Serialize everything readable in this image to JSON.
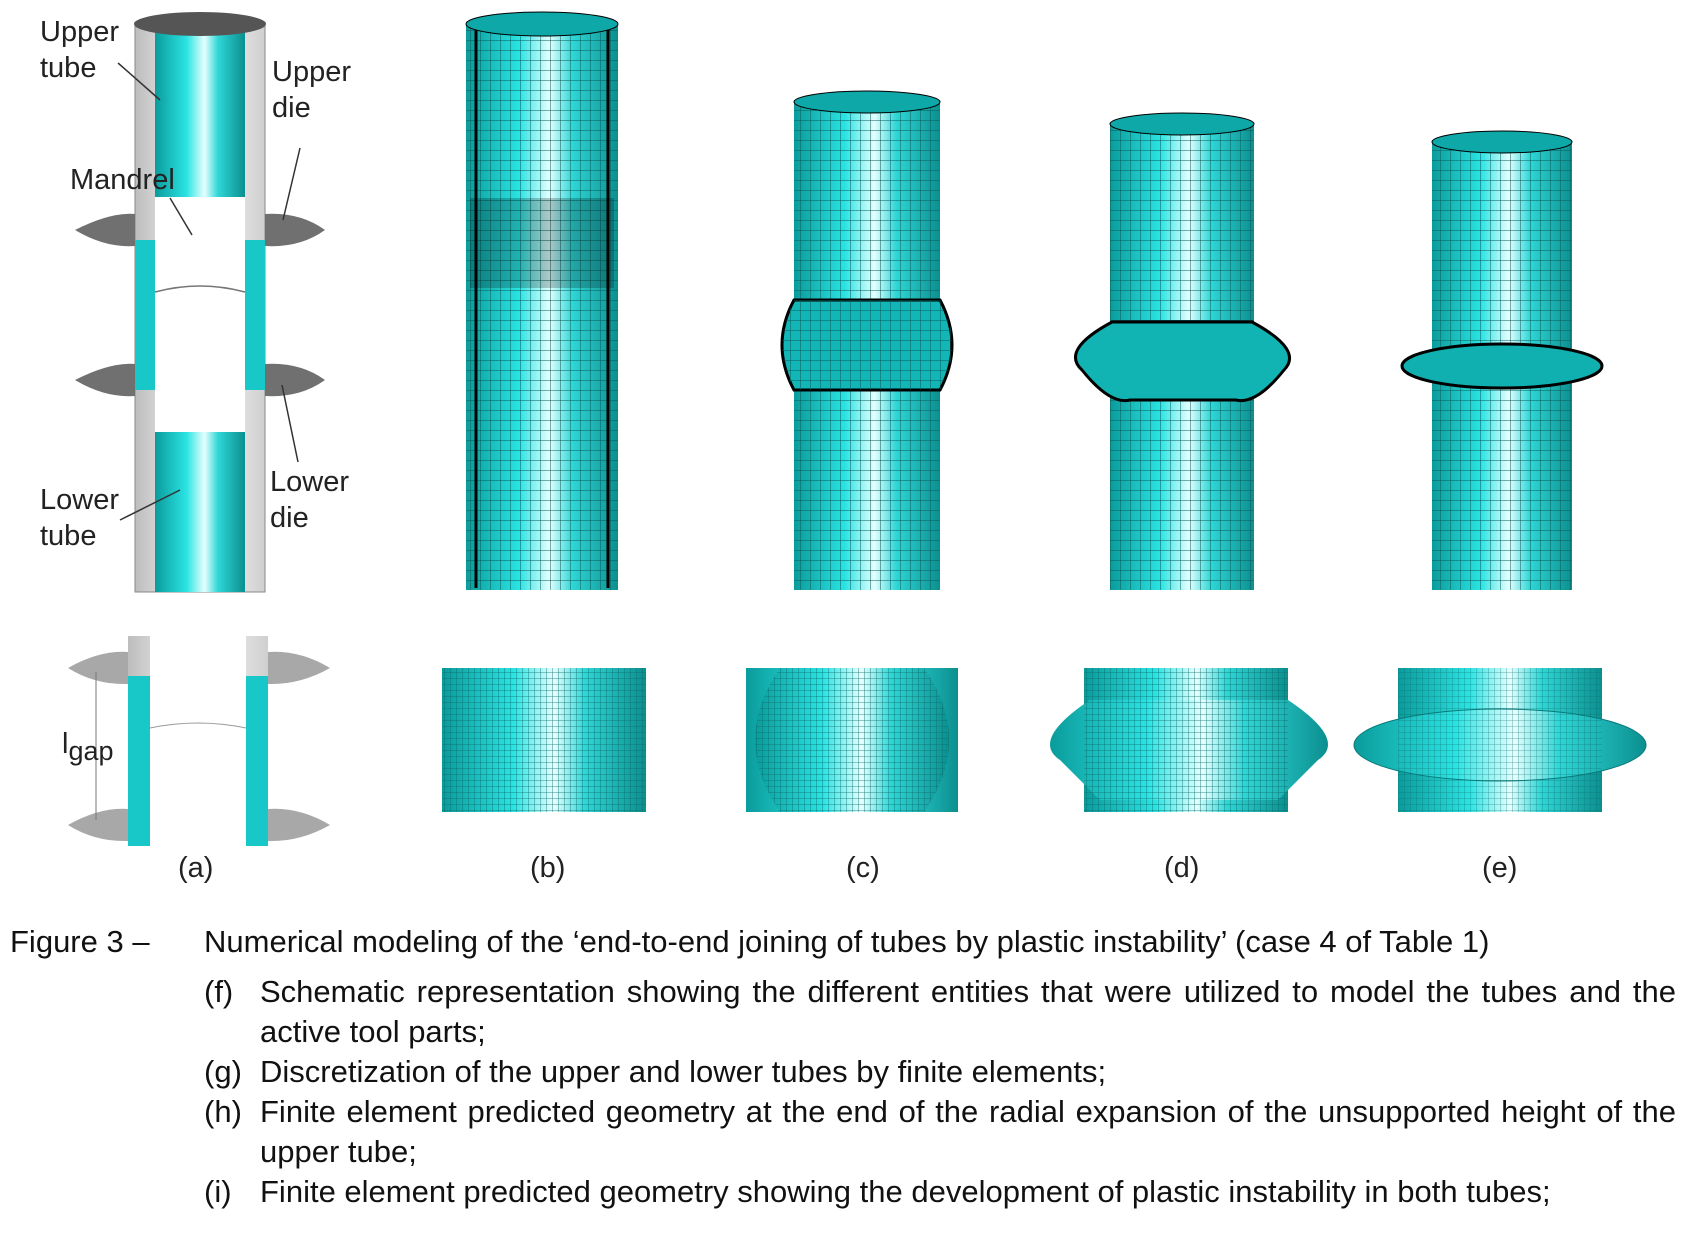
{
  "callouts": {
    "upper_tube": "Upper\ntube",
    "upper_die": "Upper\ndie",
    "mandrel": "Mandrel",
    "lower_tube": "Lower\ntube",
    "lower_die": "Lower\ndie",
    "gap_main": "l",
    "gap_sub": "gap"
  },
  "panel_labels": [
    "(a)",
    "(b)",
    "(c)",
    "(d)",
    "(e)"
  ],
  "colors": {
    "mesh": "#20cccc",
    "mesh_line": "#0a5a5a",
    "tool": "#6f6f6f",
    "mandrel": "#ffffff"
  },
  "caption": {
    "figure_label": "Figure 3 –",
    "title": "Numerical modeling of the ‘end-to-end joining of tubes by plastic instability’ (case 4 of Table 1)",
    "items": [
      {
        "marker": "(f)",
        "text": "Schematic representation showing the different entities that were utilized to model the tubes and the active tool parts;"
      },
      {
        "marker": "(g)",
        "text": "Discretization of the upper and lower tubes by finite elements;"
      },
      {
        "marker": "(h)",
        "text": "Finite element predicted geometry at the end of the radial expansion of the unsupported height of the upper tube;"
      },
      {
        "marker": "(i)",
        "text": "Finite element predicted geometry showing the development of plastic instability in both tubes;"
      }
    ]
  }
}
